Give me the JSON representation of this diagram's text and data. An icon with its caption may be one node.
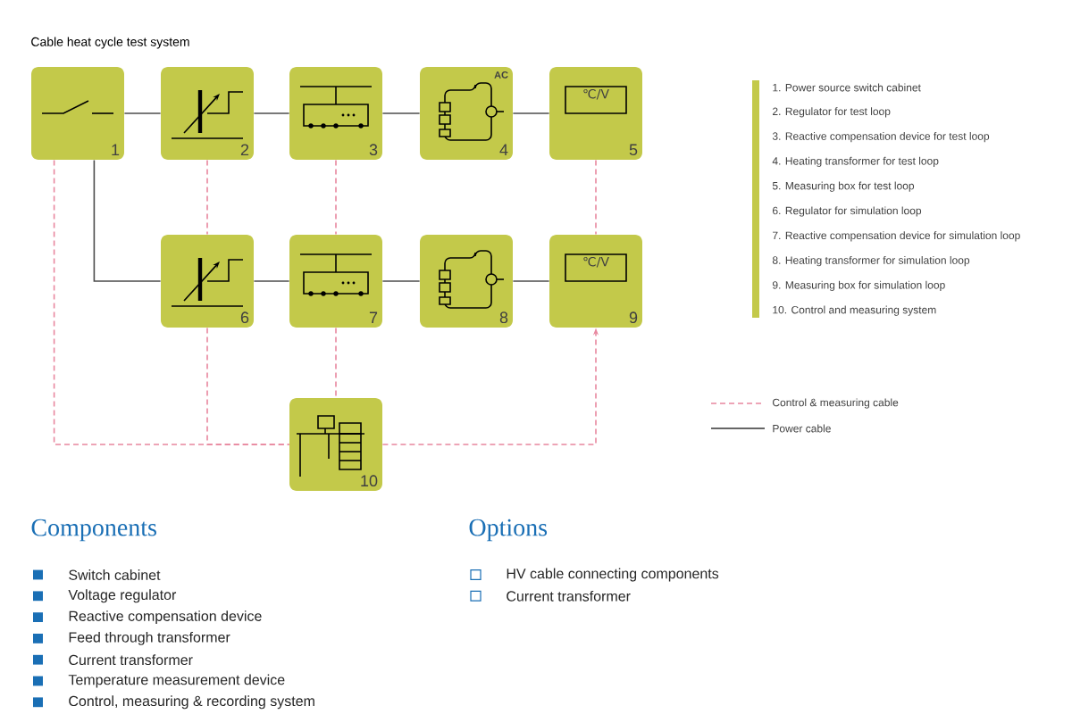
{
  "diagram": {
    "title": "Cable heat cycle test system",
    "nodes": [
      {
        "text": [
          "1"
        ]
      },
      {
        "text": [
          "2"
        ]
      },
      {
        "text": [
          "3"
        ]
      },
      {
        "text": [
          "AC",
          "4"
        ]
      },
      {
        "text": [
          "℃/V",
          "5"
        ]
      },
      {
        "text": [
          "6"
        ]
      },
      {
        "text": [
          "7"
        ]
      },
      {
        "text": [
          "8"
        ]
      },
      {
        "text": [
          "℃/V",
          "9"
        ]
      },
      {
        "text": [
          "10"
        ]
      }
    ],
    "edges": [
      {
        "from": 0,
        "to": 1,
        "arrow": "none"
      },
      {
        "from": 1,
        "to": 2,
        "arrow": "none"
      },
      {
        "from": 2,
        "to": 3,
        "arrow": "none"
      },
      {
        "from": 3,
        "to": 4,
        "arrow": "none"
      },
      {
        "from": 0,
        "to": 5,
        "arrow": "none"
      },
      {
        "from": 5,
        "to": 6,
        "arrow": "none"
      },
      {
        "from": 6,
        "to": 7,
        "arrow": "none"
      },
      {
        "from": 7,
        "to": 8,
        "arrow": "none"
      },
      {
        "from": 0,
        "to": 9,
        "arrow": "none",
        "style": "dashed",
        "color": "#e8879f"
      },
      {
        "from": 1,
        "to": 5,
        "arrow": "none",
        "style": "dashed",
        "color": "#e8879f"
      },
      {
        "from": 5,
        "to": 9,
        "arrow": "none",
        "style": "dashed",
        "color": "#e8879f"
      },
      {
        "from": 2,
        "to": 6,
        "arrow": "none",
        "style": "dashed",
        "color": "#e8879f"
      },
      {
        "from": 6,
        "to": 9,
        "arrow": "none",
        "style": "dashed",
        "color": "#e8879f"
      },
      {
        "from": 4,
        "to": 8,
        "arrow": "none",
        "style": "dashed",
        "color": "#e8879f"
      },
      {
        "from": 9,
        "to": 8,
        "arrow": "to",
        "style": "dashed",
        "color": "#e8879f"
      }
    ],
    "labels": [
      "1. Power source switch cabinet",
      "2. Regulator for test loop",
      "3. Reactive compensation device for test loop",
      "4. Heating transformer for test loop",
      "5. Measuring box for test loop",
      "6. Regulator for simulation loop",
      "7. Reactive compensation device for simulation loop",
      "8. Heating transformer for simulation loop",
      "9. Measuring box for simulation loop",
      "10. Control and measuring system",
      "Components",
      "Switch cabinet",
      "Voltage regulator",
      "Reactive compensation device",
      "Feed through transformer",
      "Current transformer",
      "Temperature measurement device",
      "Control, measuring & recording system",
      "Options",
      "HV cable connecting components",
      "Current transformer"
    ],
    "legend": [
      {
        "text": "Control & measuring cable"
      },
      {
        "text": "Power cable"
      }
    ]
  }
}
